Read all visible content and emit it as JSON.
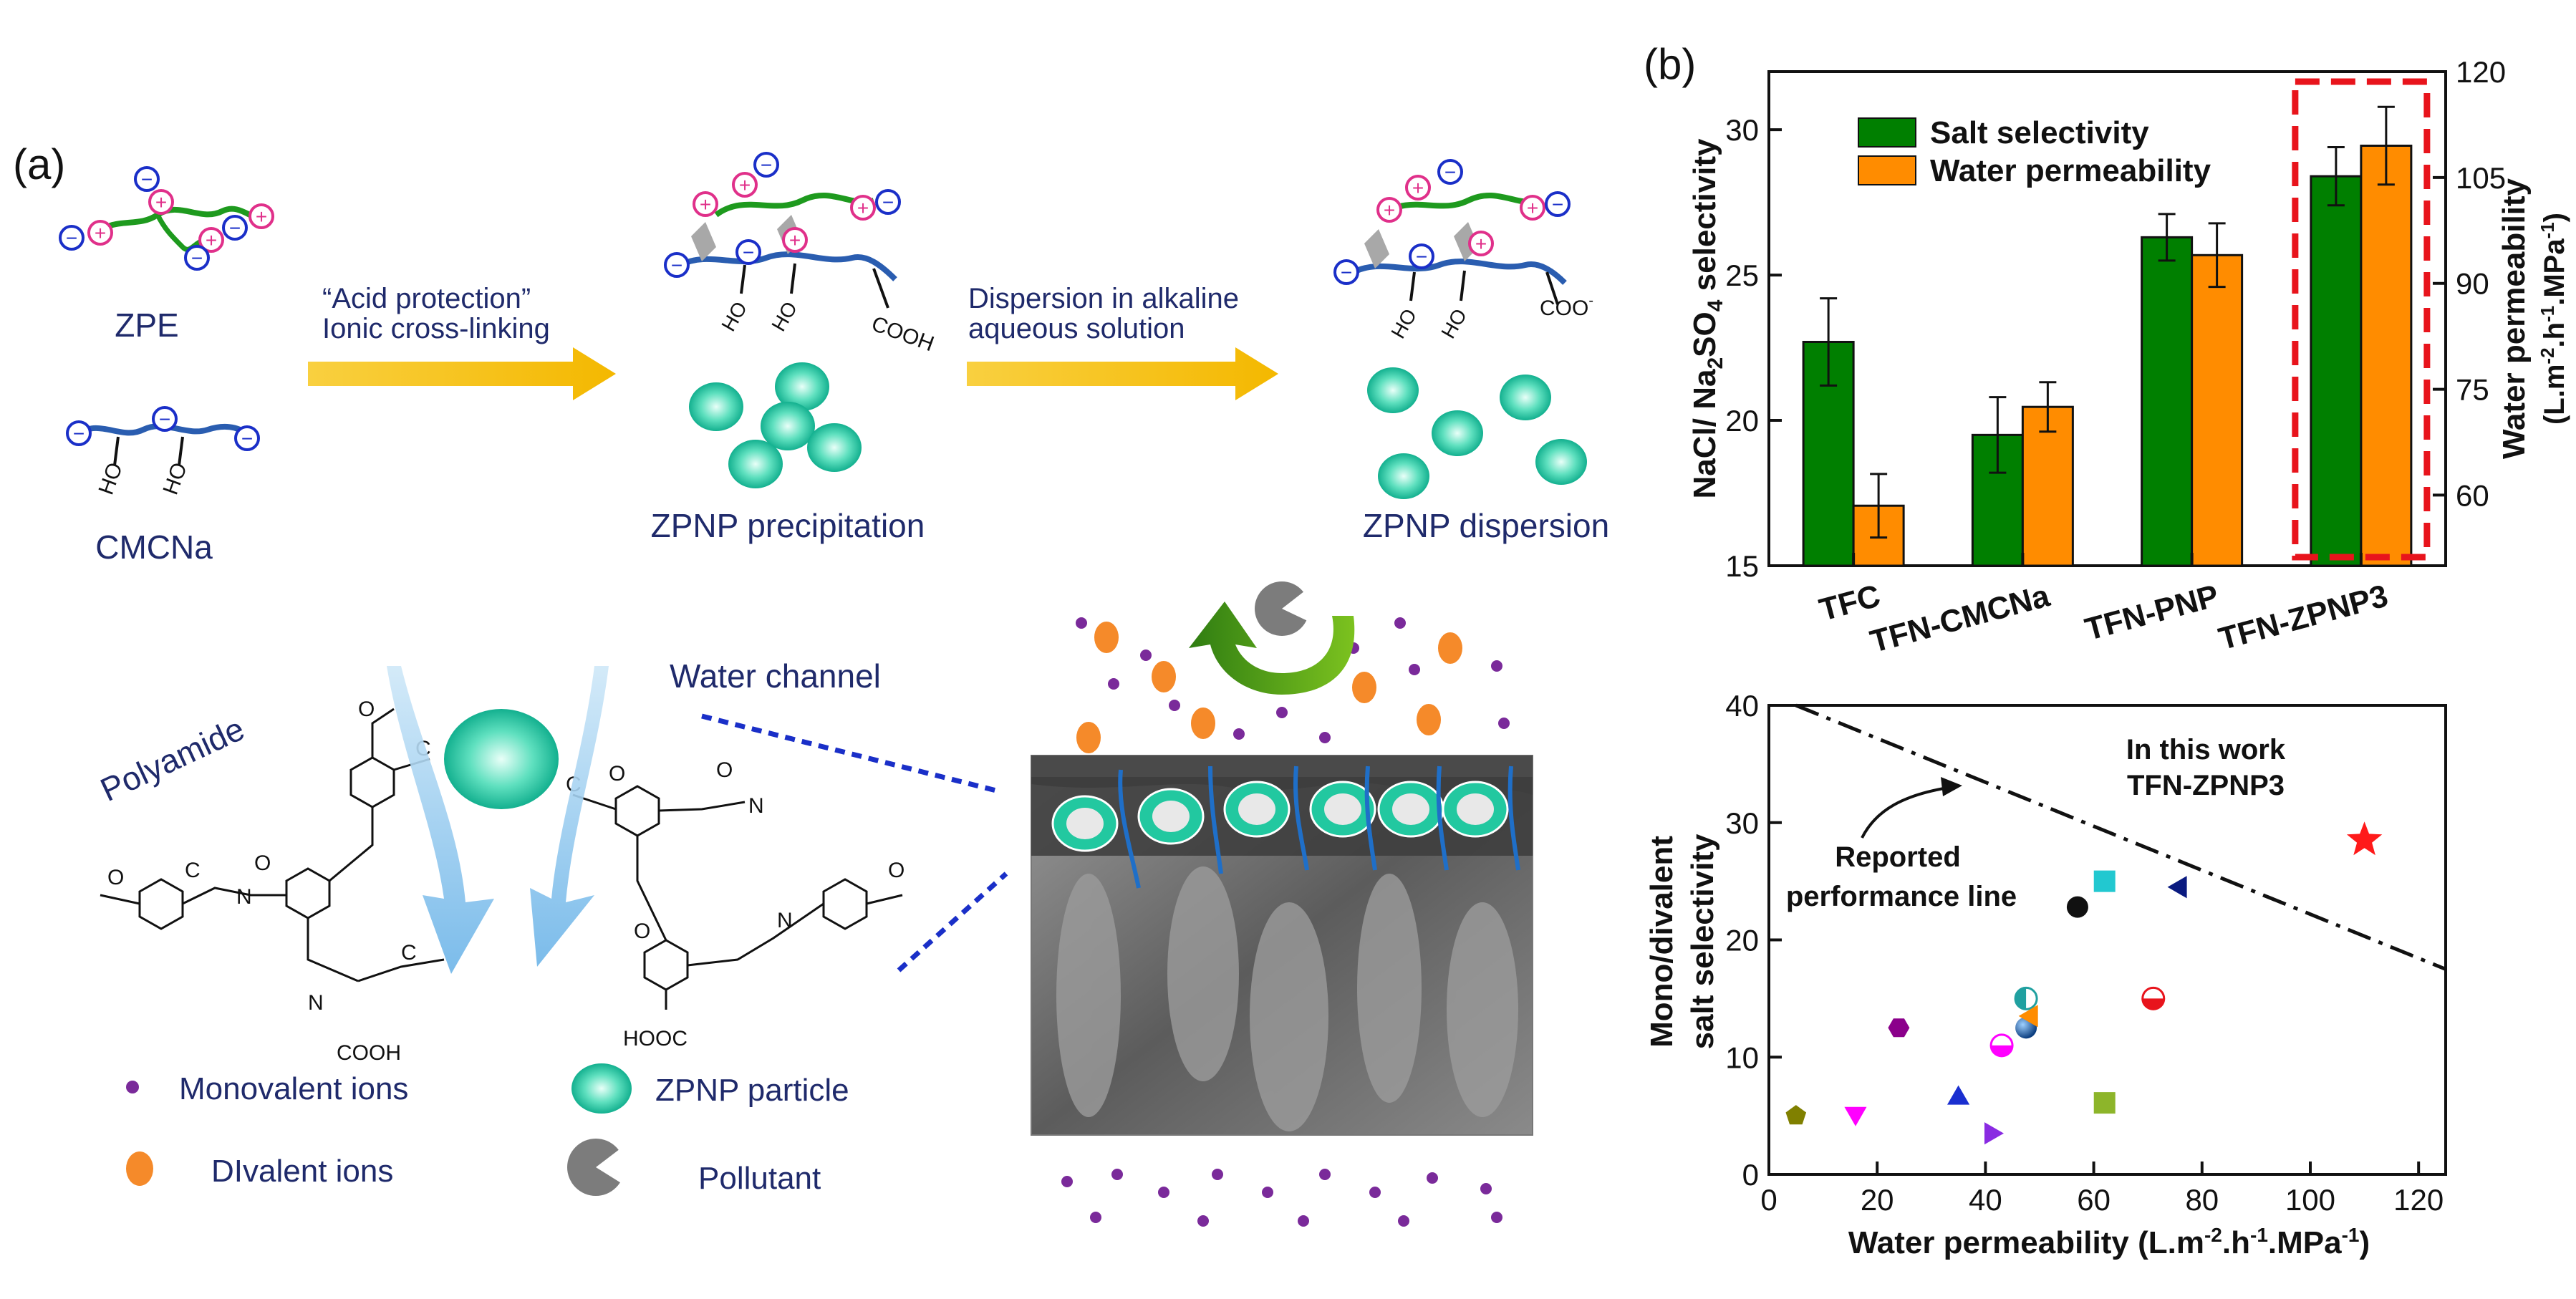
{
  "panel_a": {
    "label": "(a)",
    "zpe_label": "ZPE",
    "cmcna_label": "CMCNa",
    "arrow1_line1": "“Acid protection”",
    "arrow1_line2": "Ionic cross-linking",
    "arrow2_line1": "Dispersion in alkaline",
    "arrow2_line2": "aqueous solution",
    "precip_label": "ZPNP precipitation",
    "dispersion_label": "ZPNP dispersion",
    "cooh": "COOH",
    "coo": "COO",
    "coo_sup": "-",
    "ho": "HO",
    "polyamide_label": "Polyamide",
    "water_channel_label": "Water channel",
    "struct_cooh": "COOH",
    "struct_hooc": "HOOC",
    "struct_o": "O",
    "struct_n": "N",
    "struct_c": "C",
    "plus": "+",
    "minus": "−",
    "legend": {
      "monovalent": "Monovalent ions",
      "divalent": "DIvalent ions",
      "zpnp": "ZPNP particle",
      "pollutant": "Pollutant"
    },
    "colors": {
      "green_chain": "#1e9a1e",
      "blue_chain": "#2a5db0",
      "plus_ring": "#e0308a",
      "minus_ring": "#1a2fc8",
      "arrow_yellow": "#f5c21b",
      "particle": "#24c7a4",
      "divalent": "#f58a2a",
      "monovalent": "#7a2a9a",
      "water_arrow": "#8fc6ea"
    }
  },
  "panel_b": {
    "label": "(b)",
    "colors": {
      "selectivity": "#007f00",
      "permeability": "#ff8c00",
      "highlight": "#e8141c"
    }
  },
  "chart_data": [
    {
      "type": "bar",
      "categories": [
        "TFC",
        "TFN-CMCNa",
        "TFN-PNP",
        "TFN-ZPNP3"
      ],
      "ylabel_main": "NaCl/ Na",
      "ylabel_sub1": "2",
      "ylabel_mid": "SO",
      "ylabel_sub2": "4",
      "ylabel_end": " selectivity",
      "ylim": [
        15,
        32
      ],
      "yticks": [
        "15",
        "20",
        "25",
        "30"
      ],
      "y2label_line1": "Water permeability",
      "y2label_line2_a": "(L.m",
      "y2label_line2_sup1": "-2",
      "y2label_line2_b": ".h",
      "y2label_line2_sup2": "-1",
      "y2label_line2_c": ".MPa",
      "y2label_line2_sup3": "-1",
      "y2label_line2_d": ")",
      "y2lim": [
        50,
        120
      ],
      "y2ticks": [
        "60",
        "75",
        "90",
        "105",
        "120"
      ],
      "legend_position": "top-left",
      "series": [
        {
          "name": "Salt selectivity",
          "axis": "left",
          "values": [
            22.7,
            19.5,
            26.3,
            28.4
          ],
          "errors": [
            1.5,
            1.3,
            0.8,
            1.0
          ]
        },
        {
          "name": "Water permeability",
          "axis": "right",
          "values": [
            58.5,
            72.5,
            94.0,
            109.5
          ],
          "errors": [
            4.5,
            3.5,
            4.5,
            5.5
          ]
        }
      ]
    },
    {
      "type": "scatter",
      "xlabel_a": "Water permeability (L.m",
      "xlabel_sup1": "-2",
      "xlabel_b": ".h",
      "xlabel_sup2": "-1",
      "xlabel_c": ".MPa",
      "xlabel_sup3": "-1",
      "xlabel_d": ")",
      "ylabel_line1": "Mono/divalent",
      "ylabel_line2": "salt selectivity",
      "xlim": [
        0,
        125
      ],
      "ylim": [
        0,
        40
      ],
      "xticks": [
        "0",
        "20",
        "40",
        "60",
        "80",
        "100",
        "120"
      ],
      "yticks": [
        "0",
        "10",
        "20",
        "30",
        "40"
      ],
      "annotation_work_line1": "In this work",
      "annotation_work_line2": "TFN-ZPNP3",
      "annotation_line_1": "Reported",
      "annotation_line_2": "performance line",
      "performance_line": [
        [
          5,
          40
        ],
        [
          125,
          17.5
        ]
      ],
      "points": [
        {
          "x": 5,
          "y": 5,
          "marker": "pentagon",
          "color": "#808000"
        },
        {
          "x": 16,
          "y": 5.2,
          "marker": "triangle-down",
          "color": "#ff00ff"
        },
        {
          "x": 24,
          "y": 12.5,
          "marker": "hexagon",
          "color": "#8b008b"
        },
        {
          "x": 35,
          "y": 6.5,
          "marker": "triangle-up",
          "color": "#1a2fd0"
        },
        {
          "x": 41,
          "y": 3.5,
          "marker": "triangle-right",
          "color": "#8a2be2"
        },
        {
          "x": 43,
          "y": 11,
          "marker": "half-circle",
          "color": "#ff00ff"
        },
        {
          "x": 47.5,
          "y": 12.5,
          "marker": "sphere",
          "color": "#1f5faa"
        },
        {
          "x": 47.5,
          "y": 15,
          "marker": "half-circle-v",
          "color": "#20a0a0"
        },
        {
          "x": 48.5,
          "y": 13.5,
          "marker": "triangle-left",
          "color": "#ff8c00"
        },
        {
          "x": 57,
          "y": 22.8,
          "marker": "circle",
          "color": "#111111"
        },
        {
          "x": 62,
          "y": 25,
          "marker": "square",
          "color": "#22c8d0"
        },
        {
          "x": 62,
          "y": 6.1,
          "marker": "square",
          "color": "#8db52a"
        },
        {
          "x": 71,
          "y": 15,
          "marker": "half-circle",
          "color": "#e8141c"
        },
        {
          "x": 76,
          "y": 24.5,
          "marker": "triangle-left",
          "color": "#0a1a80"
        },
        {
          "x": 110,
          "y": 28.5,
          "marker": "star",
          "color": "#ff1a1a"
        }
      ]
    }
  ]
}
